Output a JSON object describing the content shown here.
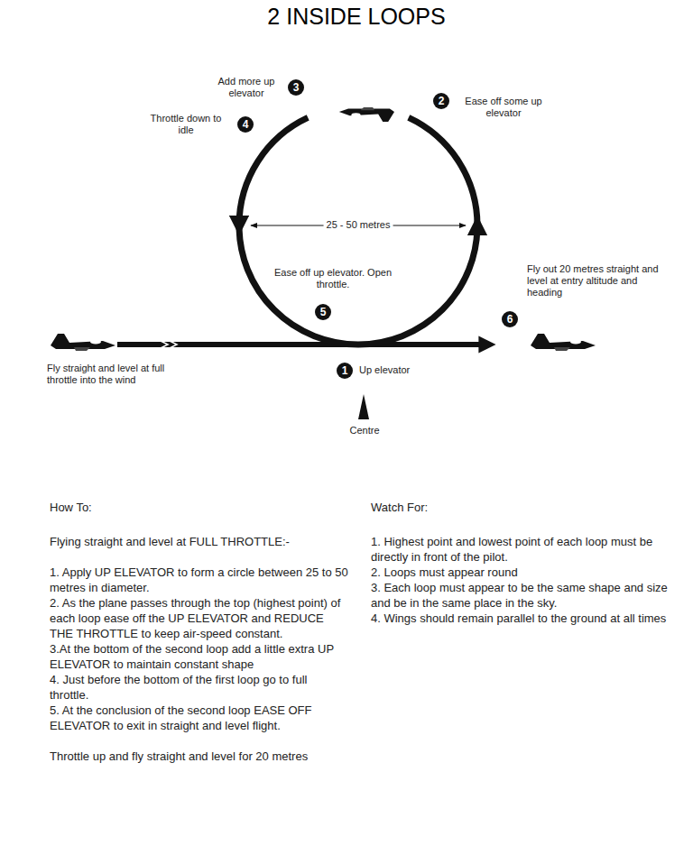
{
  "diagram": {
    "title": "2 INSIDE LOOPS",
    "labels": [
      "3",
      "Add more up elevator",
      "2",
      "Ease off some up elevator",
      "4",
      "Throttle down to idle",
      "25 - 50 metres",
      "Ease off up elevator. Open throttle.",
      "5",
      "Fly out 20 metres straight and level at entry altitude and heading",
      "6",
      "Fly straight and level at full throttle into the wind",
      "1",
      "Up elevator",
      "Centre",
      "How To:",
      "Flying straight and level at FULL THROTTLE:-",
      "1. Apply UP ELEVATOR to form a circle between 25 to 50 metres in diameter.",
      "2. As the plane passes through the top (highest point) of each loop ease off the UP ELEVATOR and REDUCE THE THROTTLE to keep air-speed constant.",
      "3.At the bottom of the second loop add a little extra UP ELEVATOR to maintain constant shape",
      "4. Just before the bottom of the first loop go to full throttle.",
      "5. At the conclusion of the second loop EASE OFF ELEVATOR to exit in straight and level flight.",
      "Throttle up and fly straight and level for 20 metres",
      "Watch For:",
      "1. Highest point and lowest point of each loop must be directly in front of the pilot.",
      "2. Loops must appear round",
      "3. Each loop must appear to be the same shape and size and be in the same place in the sky.",
      "4. Wings should remain parallel to the ground at all times"
    ]
  }
}
